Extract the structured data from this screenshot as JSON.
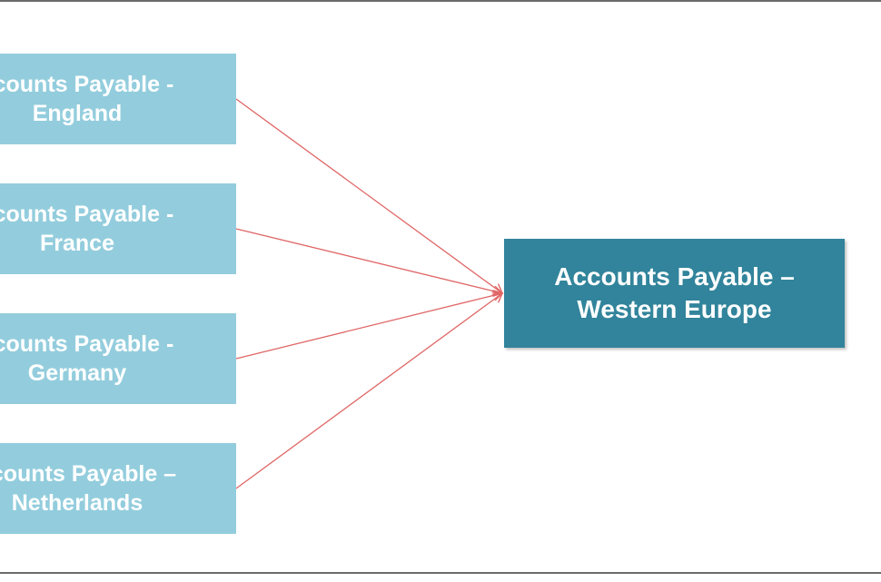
{
  "diagram": {
    "source_nodes": [
      {
        "id": "england",
        "label": "ccounts Payable -\nEngland"
      },
      {
        "id": "france",
        "label": "ccounts Payable -\nFrance"
      },
      {
        "id": "germany",
        "label": "ccounts Payable -\nGermany"
      },
      {
        "id": "netherlands",
        "label": "ccounts Payable –\nNetherlands"
      }
    ],
    "target_node": {
      "id": "western-europe",
      "label": "Accounts Payable –\nWestern Europe"
    },
    "edges": [
      {
        "from": "england",
        "to": "western-europe"
      },
      {
        "from": "france",
        "to": "western-europe"
      },
      {
        "from": "germany",
        "to": "western-europe"
      },
      {
        "from": "netherlands",
        "to": "western-europe"
      }
    ],
    "colors": {
      "source_fill": "#93cddd",
      "target_fill": "#31849b",
      "arrow": "#e06666",
      "text": "#ffffff"
    }
  }
}
